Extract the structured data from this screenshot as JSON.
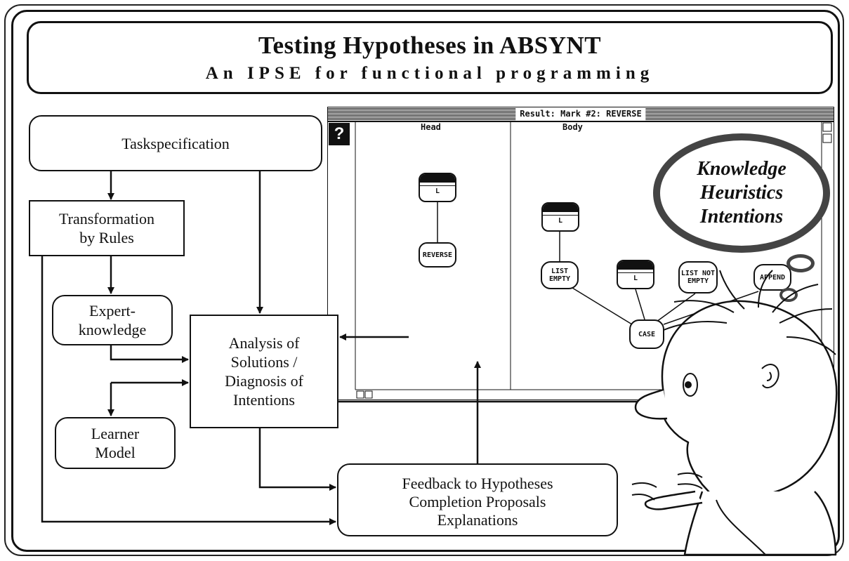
{
  "header": {
    "title": "Testing Hypotheses in ABSYNT",
    "subtitle": "An IPSE for functional programming"
  },
  "diagram": {
    "task": "Taskspecification",
    "transform_line1": "Transformation",
    "transform_line2": "by Rules",
    "expert_line1": "Expert-",
    "expert_line2": "knowledge",
    "learner_line1": "Learner",
    "learner_line2": "Model",
    "analysis_line1": "Analysis of",
    "analysis_line2": "Solutions /",
    "analysis_line3": "Diagnosis of",
    "analysis_line4": "Intentions",
    "feedback_line1": "Feedback to Hypotheses",
    "feedback_line2": "Completion Proposals",
    "feedback_line3": "Explanations"
  },
  "window": {
    "title": "Result: Mark #2: REVERSE",
    "help": "?",
    "col_head": "Head",
    "col_body": "Body",
    "nodes": {
      "head_l": "L",
      "reverse": "REVERSE",
      "body_l": "L",
      "list_empty_1": "LIST",
      "list_empty_2": "EMPTY",
      "mid_l": "L",
      "list_not_empty_1": "LIST NOT",
      "list_not_empty_2": "EMPTY",
      "append": "APPEND",
      "case": "CASE"
    }
  },
  "thought": {
    "line1": "Knowledge",
    "line2": "Heuristics",
    "line3": "Intentions"
  }
}
